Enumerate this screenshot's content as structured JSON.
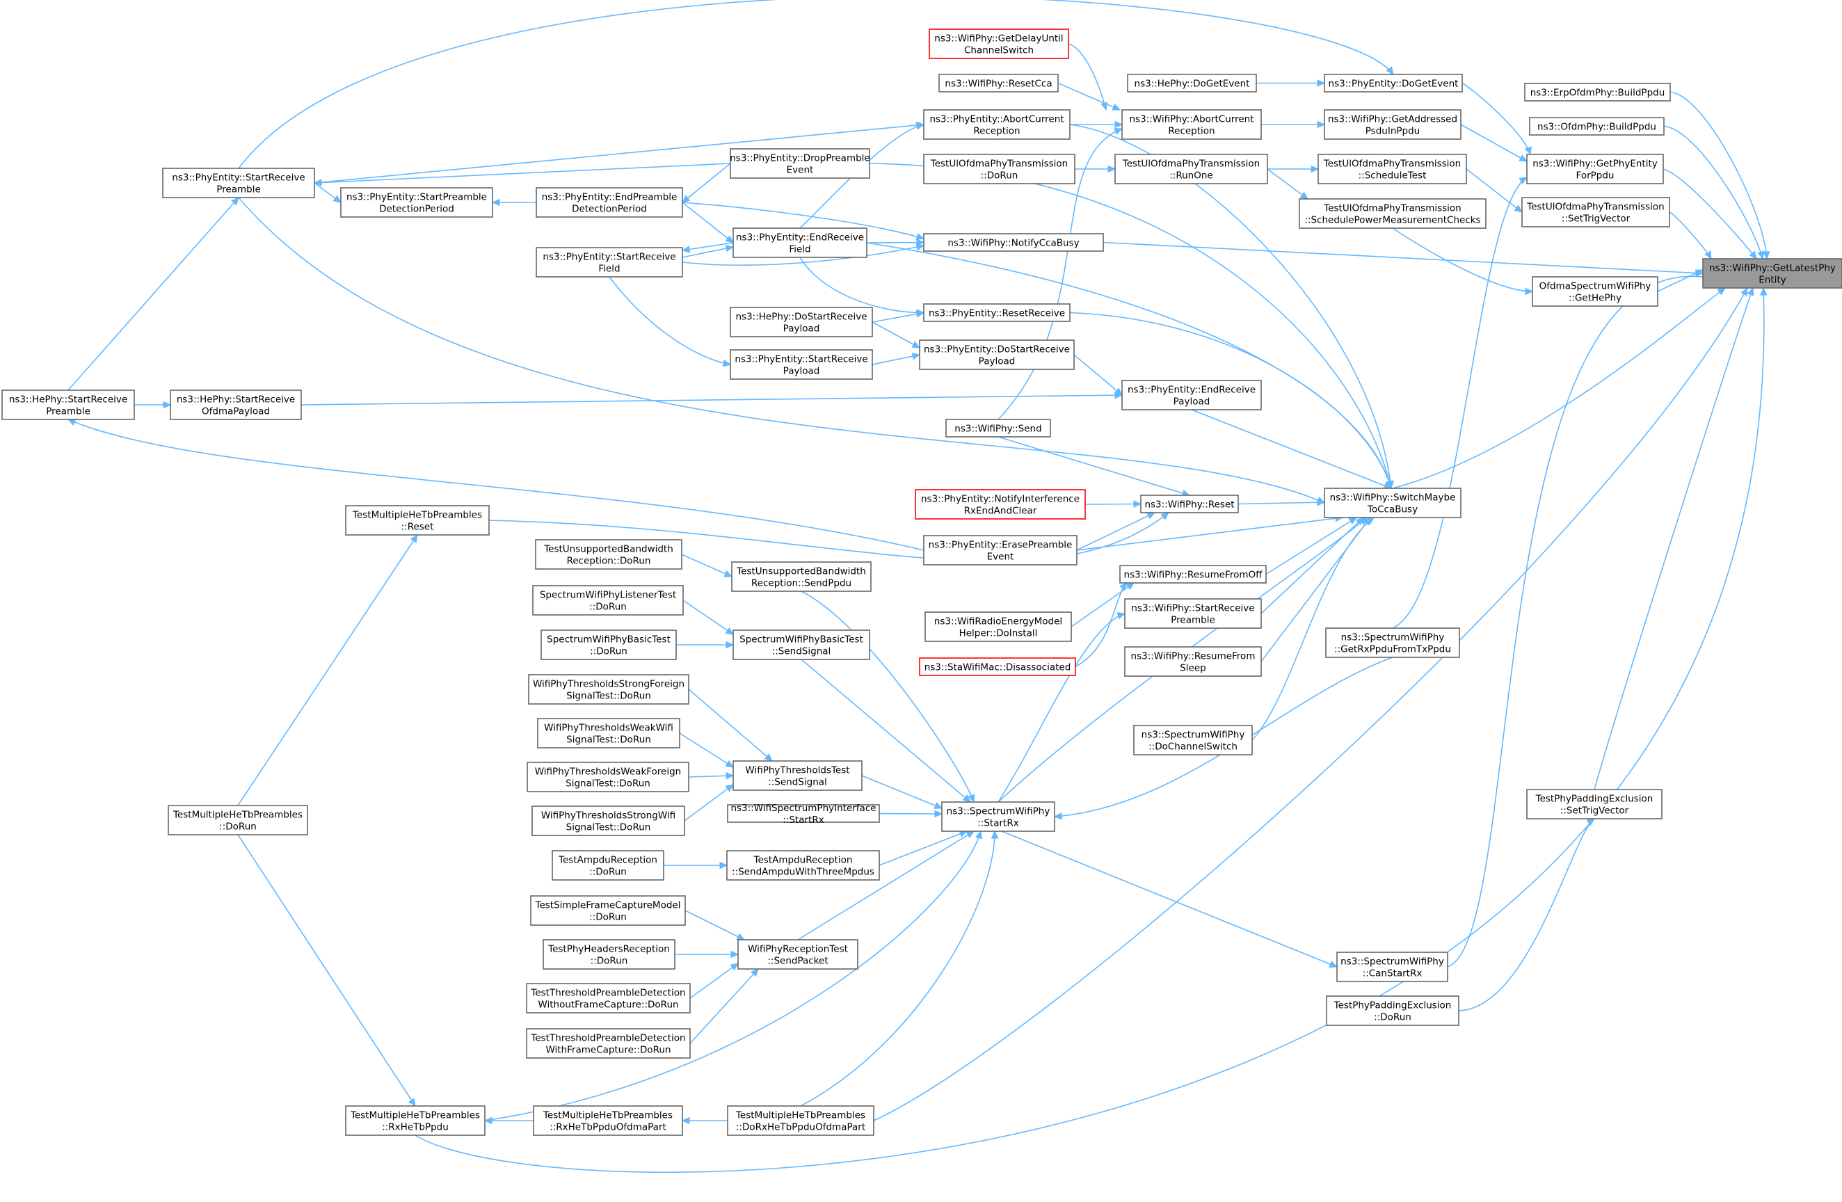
{
  "colors": {
    "edge": "#63b8ff",
    "border": "#666666",
    "undocumented_border": "#ff0000",
    "focus_fill": "#999999"
  },
  "nodes": [
    {
      "id": "getLatest",
      "lines": [
        "ns3::WifiPhy::GetLatestPhy",
        "Entity"
      ],
      "highlight": true
    },
    {
      "id": "erpBuild",
      "lines": [
        "ns3::ErpOfdmPhy::BuildPpdu"
      ]
    },
    {
      "id": "ofdmBuild",
      "lines": [
        "ns3::OfdmPhy::BuildPpdu"
      ]
    },
    {
      "id": "getPhyEntityForPpdu",
      "lines": [
        "ns3::WifiPhy::GetPhyEntity",
        "ForPpdu"
      ]
    },
    {
      "id": "ofdmaSetTrig",
      "lines": [
        "TestUlOfdmaPhyTransmission",
        "::SetTrigVector"
      ]
    },
    {
      "id": "ofdmaGetHePhy",
      "lines": [
        "OfdmaSpectrumWifiPhy",
        "::GetHePhy"
      ]
    },
    {
      "id": "switchMaybe",
      "lines": [
        "ns3::WifiPhy::SwitchMaybe",
        "ToCcaBusy"
      ]
    },
    {
      "id": "notifyCca",
      "lines": [
        "ns3::WifiPhy::NotifyCcaBusy"
      ]
    },
    {
      "id": "padSetTrig",
      "lines": [
        "TestPhyPaddingExclusion",
        "::SetTrigVector"
      ]
    },
    {
      "id": "rxHeTbPpdu",
      "lines": [
        "TestMultipleHeTbPreambles",
        "::RxHeTbPpdu"
      ]
    },
    {
      "id": "phyEntDoGetEvent",
      "lines": [
        "ns3::PhyEntity::DoGetEvent"
      ]
    },
    {
      "id": "heDoGetEvent",
      "lines": [
        "ns3::HePhy::DoGetEvent"
      ]
    },
    {
      "id": "getAddressed",
      "lines": [
        "ns3::WifiPhy::GetAddressed",
        "PsduInPpdu"
      ]
    },
    {
      "id": "wpAbort",
      "lines": [
        "ns3::WifiPhy::AbortCurrent",
        "Reception"
      ]
    },
    {
      "id": "getDelay",
      "lines": [
        "ns3::WifiPhy::GetDelayUntil",
        "ChannelSwitch"
      ],
      "red": true
    },
    {
      "id": "resetCca",
      "lines": [
        "ns3::WifiPhy::ResetCca"
      ]
    },
    {
      "id": "peAbort",
      "lines": [
        "ns3::PhyEntity::AbortCurrent",
        "Reception"
      ]
    },
    {
      "id": "ulScheduleTest",
      "lines": [
        "TestUlOfdmaPhyTransmission",
        "::ScheduleTest"
      ]
    },
    {
      "id": "ulRunOne",
      "lines": [
        "TestUlOfdmaPhyTransmission",
        "::RunOne"
      ]
    },
    {
      "id": "ulDoRun",
      "lines": [
        "TestUlOfdmaPhyTransmission",
        "::DoRun"
      ]
    },
    {
      "id": "ulSchedPow",
      "lines": [
        "TestUlOfdmaPhyTransmission",
        "::SchedulePowerMeasurementChecks"
      ]
    },
    {
      "id": "spGetRxPpdu",
      "lines": [
        "ns3::SpectrumWifiPhy",
        "::GetRxPpduFromTxPpdu"
      ]
    },
    {
      "id": "spCanStartRx",
      "lines": [
        "ns3::SpectrumWifiPhy",
        "::CanStartRx"
      ]
    },
    {
      "id": "padDoRun",
      "lines": [
        "TestPhyPaddingExclusion",
        "::DoRun"
      ]
    },
    {
      "id": "peStartRecvPreamble",
      "lines": [
        "ns3::PhyEntity::StartReceive",
        "Preamble"
      ]
    },
    {
      "id": "peStartPreambleDet",
      "lines": [
        "ns3::PhyEntity::StartPreamble",
        "DetectionPeriod"
      ]
    },
    {
      "id": "peEndPreambleDet",
      "lines": [
        "ns3::PhyEntity::EndPreamble",
        "DetectionPeriod"
      ]
    },
    {
      "id": "peDropPreamble",
      "lines": [
        "ns3::PhyEntity::DropPreamble",
        "Event"
      ]
    },
    {
      "id": "peEndRecvField",
      "lines": [
        "ns3::PhyEntity::EndReceive",
        "Field"
      ]
    },
    {
      "id": "peStartRecvField",
      "lines": [
        "ns3::PhyEntity::StartReceive",
        "Field"
      ]
    },
    {
      "id": "peResetReceive",
      "lines": [
        "ns3::PhyEntity::ResetReceive"
      ]
    },
    {
      "id": "peDoStartRecvPayload",
      "lines": [
        "ns3::PhyEntity::DoStartReceive",
        "Payload"
      ]
    },
    {
      "id": "heDoStartRecvPayload",
      "lines": [
        "ns3::HePhy::DoStartReceive",
        "Payload"
      ]
    },
    {
      "id": "peStartRecvPayload",
      "lines": [
        "ns3::PhyEntity::StartReceive",
        "Payload"
      ]
    },
    {
      "id": "peEndRecvPayload",
      "lines": [
        "ns3::PhyEntity::EndReceive",
        "Payload"
      ]
    },
    {
      "id": "heStartRecvPreamble",
      "lines": [
        "ns3::HePhy::StartReceive",
        "Preamble"
      ]
    },
    {
      "id": "heStartRecvOfdma",
      "lines": [
        "ns3::HePhy::StartReceive",
        "OfdmaPayload"
      ]
    },
    {
      "id": "wpSend",
      "lines": [
        "ns3::WifiPhy::Send"
      ]
    },
    {
      "id": "notifyInterf",
      "lines": [
        "ns3::PhyEntity::NotifyInterference",
        "RxEndAndClear"
      ],
      "red": true
    },
    {
      "id": "wpReset",
      "lines": [
        "ns3::WifiPhy::Reset"
      ]
    },
    {
      "id": "peErasePreamble",
      "lines": [
        "ns3::PhyEntity::ErasePreamble",
        "Event"
      ]
    },
    {
      "id": "mhReset",
      "lines": [
        "TestMultipleHeTbPreambles",
        "::Reset"
      ]
    },
    {
      "id": "wpResumeFromOff",
      "lines": [
        "ns3::WifiPhy::ResumeFromOff"
      ]
    },
    {
      "id": "energyInstall",
      "lines": [
        "ns3::WifiRadioEnergyModel",
        "Helper::DoInstall"
      ]
    },
    {
      "id": "staDisassoc",
      "lines": [
        "ns3::StaWifiMac::Disassociated"
      ],
      "red": true
    },
    {
      "id": "wpStartRecvPreamble",
      "lines": [
        "ns3::WifiPhy::StartReceive",
        "Preamble"
      ]
    },
    {
      "id": "wpResumeFromSleep",
      "lines": [
        "ns3::WifiPhy::ResumeFrom",
        "Sleep"
      ]
    },
    {
      "id": "spDoChannelSwitch",
      "lines": [
        "ns3::SpectrumWifiPhy",
        "::DoChannelSwitch"
      ]
    },
    {
      "id": "spStartRx",
      "lines": [
        "ns3::SpectrumWifiPhy",
        "::StartRx"
      ]
    },
    {
      "id": "unsupDoRun",
      "lines": [
        "TestUnsupportedBandwidth",
        "Reception::DoRun"
      ]
    },
    {
      "id": "unsupSendPpdu",
      "lines": [
        "TestUnsupportedBandwidth",
        "Reception::SendPpdu"
      ]
    },
    {
      "id": "listenerDoRun",
      "lines": [
        "SpectrumWifiPhyListenerTest",
        "::DoRun"
      ]
    },
    {
      "id": "basicDoRun",
      "lines": [
        "SpectrumWifiPhyBasicTest",
        "::DoRun"
      ]
    },
    {
      "id": "basicSendSignal",
      "lines": [
        "SpectrumWifiPhyBasicTest",
        "::SendSignal"
      ]
    },
    {
      "id": "thrStrongForeign",
      "lines": [
        "WifiPhyThresholdsStrongForeign",
        "SignalTest::DoRun"
      ]
    },
    {
      "id": "thrWeakWifi",
      "lines": [
        "WifiPhyThresholdsWeakWifi",
        "SignalTest::DoRun"
      ]
    },
    {
      "id": "thrWeakForeign",
      "lines": [
        "WifiPhyThresholdsWeakForeign",
        "SignalTest::DoRun"
      ]
    },
    {
      "id": "thrStrongWifi",
      "lines": [
        "WifiPhyThresholdsStrongWifi",
        "SignalTest::DoRun"
      ]
    },
    {
      "id": "thrSendSignal",
      "lines": [
        "WifiPhyThresholdsTest",
        "::SendSignal"
      ]
    },
    {
      "id": "wsStartRx",
      "lines": [
        "ns3::WifiSpectrumPhyInterface",
        "::StartRx"
      ]
    },
    {
      "id": "ampduDoRun",
      "lines": [
        "TestAmpduReception",
        "::DoRun"
      ]
    },
    {
      "id": "ampduSend",
      "lines": [
        "TestAmpduReception",
        "::SendAmpduWithThreeMpdus"
      ]
    },
    {
      "id": "simpleCapture",
      "lines": [
        "TestSimpleFrameCaptureModel",
        "::DoRun"
      ]
    },
    {
      "id": "headersRecv",
      "lines": [
        "TestPhyHeadersReception",
        "::DoRun"
      ]
    },
    {
      "id": "thrPreNoCapture",
      "lines": [
        "TestThresholdPreambleDetection",
        "WithoutFrameCapture::DoRun"
      ]
    },
    {
      "id": "thrPreCapture",
      "lines": [
        "TestThresholdPreambleDetection",
        "WithFrameCapture::DoRun"
      ]
    },
    {
      "id": "recvSendPacket",
      "lines": [
        "WifiPhyReceptionTest",
        "::SendPacket"
      ]
    },
    {
      "id": "mhDoRun",
      "lines": [
        "TestMultipleHeTbPreambles",
        "::DoRun"
      ]
    },
    {
      "id": "mhRxOfdmaPart",
      "lines": [
        "TestMultipleHeTbPreambles",
        "::RxHeTbPpduOfdmaPart"
      ]
    },
    {
      "id": "mhDoRxOfdmaPart",
      "lines": [
        "TestMultipleHeTbPreambles",
        "::DoRxHeTbPpduOfdmaPart"
      ]
    }
  ]
}
